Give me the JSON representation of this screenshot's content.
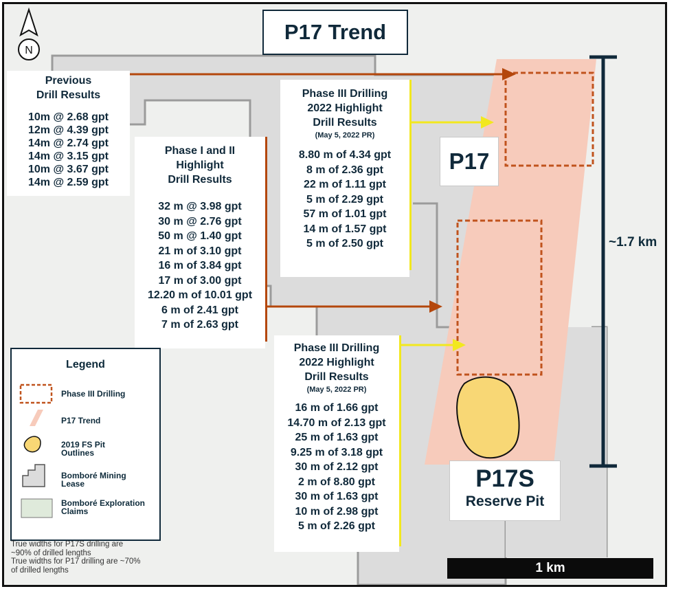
{
  "title": "P17 Trend",
  "north_label": "N",
  "previous": {
    "heading_1": "Previous",
    "heading_2": "Drill Results",
    "results": [
      "10m @ 2.68 gpt",
      "12m @ 4.39 gpt",
      "14m @ 2.74 gpt",
      "14m @ 3.15 gpt",
      "10m @ 3.67 gpt",
      "14m @ 2.59 gpt"
    ]
  },
  "phase12": {
    "heading_1": "Phase I and II",
    "heading_2": "Highlight",
    "heading_3": "Drill Results",
    "results": [
      "32 m @ 3.98 gpt",
      "30 m @ 2.76 gpt",
      "50 m @ 1.40 gpt",
      "21 m of 3.10 gpt",
      "16 m of 3.84 gpt",
      "17 m of 3.00 gpt",
      "12.20 m of 10.01 gpt",
      "6 m of 2.41 gpt",
      "7 m of 2.63 gpt"
    ]
  },
  "phase3_top": {
    "heading_1": "Phase III Drilling",
    "heading_2": "2022 Highlight",
    "heading_3": "Drill Results",
    "date": "(May 5, 2022 PR)",
    "results": [
      "8.80 m of 4.34 gpt",
      "8 m of 2.36 gpt",
      "22 m of 1.11 gpt",
      "5 m of 2.29 gpt",
      "57 m of 1.01 gpt",
      "14 m of 1.57 gpt",
      "5 m of 2.50 gpt"
    ]
  },
  "phase3_bottom": {
    "heading_1": "Phase III Drilling",
    "heading_2": "2022 Highlight",
    "heading_3": "Drill Results",
    "date": "(May 5, 2022 PR)",
    "results": [
      "16 m of 1.66 gpt",
      "14.70 m of 2.13 gpt",
      "25 m of 1.63 gpt",
      "9.25 m of 3.18 gpt",
      "30 m of 2.12 gpt",
      "2 m of 8.80 gpt",
      "30 m of 1.63 gpt",
      "10 m of 2.98 gpt",
      "5 m of 2.26 gpt"
    ]
  },
  "labels": {
    "p17": "P17",
    "p17s_1": "P17S",
    "p17s_2": "Reserve Pit",
    "distance": "~1.7 km",
    "scale": "1 km"
  },
  "legend": {
    "title": "Legend",
    "items": [
      {
        "icon": "phase3-drilling-swatch-icon",
        "label_1": "Phase III Drilling",
        "label_2": ""
      },
      {
        "icon": "trend-swatch-icon",
        "label_1": "P17 Trend",
        "label_2": ""
      },
      {
        "icon": "pit-outline-swatch-icon",
        "label_1": "2019 FS Pit",
        "label_2": "Outlines"
      },
      {
        "icon": "mining-lease-swatch-icon",
        "label_1": "Bomboré Mining",
        "label_2": "Lease"
      },
      {
        "icon": "exploration-claims-swatch-icon",
        "label_1": "Bomboré Exploration",
        "label_2": "Claims"
      }
    ]
  },
  "notes": [
    "True widths for P17S drilling are",
    "~90% of drilled lengths",
    "True widths for P17 drilling are ~70%",
    "of drilled lengths"
  ],
  "colors": {
    "trend": "#f7cbbb",
    "drill_outline": "#c0531d",
    "pit_fill": "#f8d775",
    "arrow_brown": "#b4470c",
    "arrow_yellow": "#f2e81e",
    "lease": "#dcdcdc",
    "claims": "#eff0ee",
    "text": "#10293a"
  }
}
